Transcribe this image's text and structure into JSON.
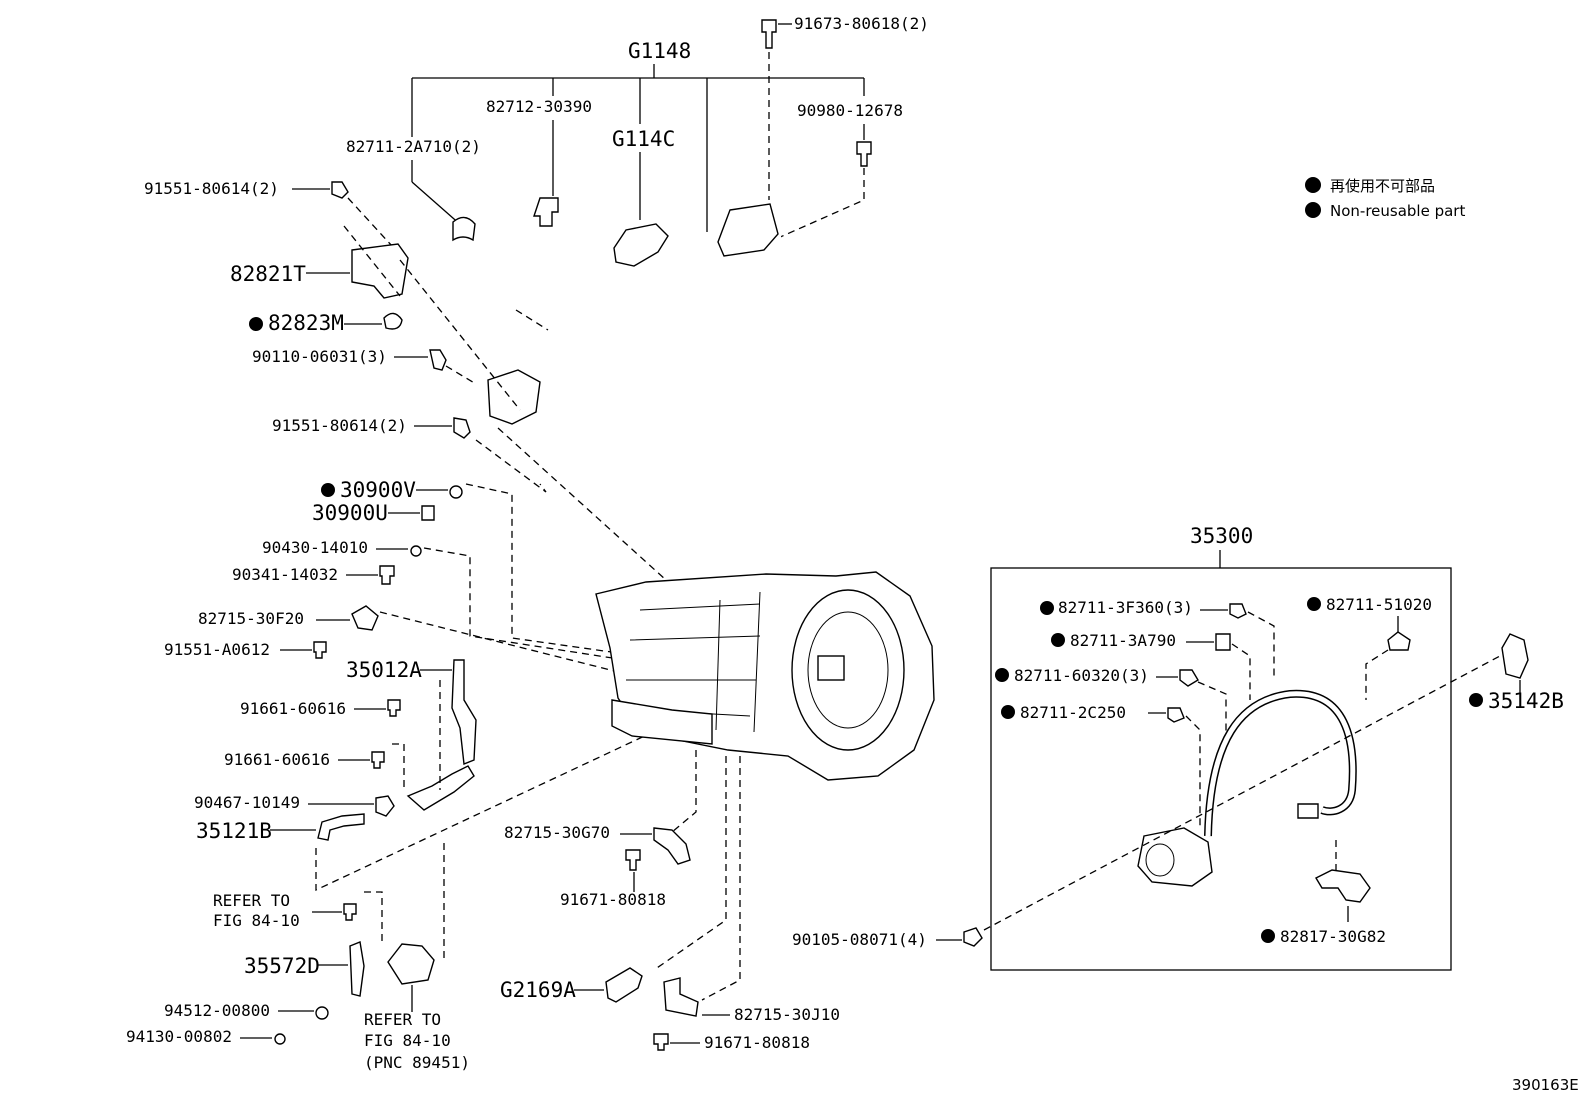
{
  "legend": {
    "symbol": "●",
    "japanese": "再使用不可部品",
    "english": "Non-reusable part"
  },
  "figure_number": "390163E",
  "group_top": {
    "label": "G1148",
    "children": [
      "82711-2A710(2)",
      "82712-30390",
      "G114C",
      "90980-12678"
    ]
  },
  "group_box": {
    "label": "35300"
  },
  "labels": {
    "p91673": "91673-80618(2)",
    "p91551a": "91551-80614(2)",
    "p82821T": "82821T",
    "p82823M": "82823M",
    "p90110": "90110-06031(3)",
    "p91551b": "91551-80614(2)",
    "p30900V": "30900V",
    "p30900U": "30900U",
    "p90430": "90430-14010",
    "p90341": "90341-14032",
    "p82715F": "82715-30F20",
    "p91551A": "91551-A0612",
    "p35012A": "35012A",
    "p91661a": "91661-60616",
    "p91661b": "91661-60616",
    "p90467": "90467-10149",
    "p35121B": "35121B",
    "refer1_a": "REFER TO",
    "refer1_b": "FIG 84-10",
    "p35572D": "35572D",
    "p94512": "94512-00800",
    "p94130": "94130-00802",
    "refer2_a": "REFER TO",
    "refer2_b": "FIG 84-10",
    "refer2_c": "(PNC 89451)",
    "p82715G": "82715-30G70",
    "p91671a": "91671-80818",
    "pG2169A": "G2169A",
    "p82715J": "82715-30J10",
    "p91671b": "91671-80818",
    "p90105": "90105-08071(4)",
    "p82711_3F": "82711-3F360(3)",
    "p82711_3A": "82711-3A790",
    "p82711_60": "82711-60320(3)",
    "p82711_2C": "82711-2C250",
    "p82711_51": "82711-51020",
    "p35142B": "35142B",
    "p82817": "82817-30G82"
  }
}
